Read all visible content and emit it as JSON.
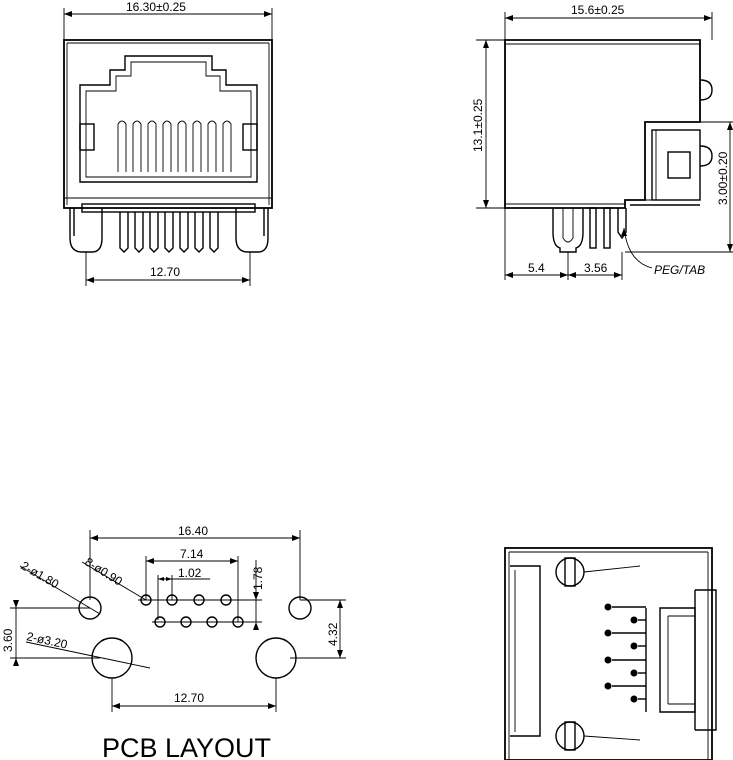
{
  "front_view": {
    "width_dim": "16.30±0.25",
    "pin_span_dim": "12.70"
  },
  "side_view": {
    "depth_dim": "15.6±0.25",
    "height_dim": "13.1±0.25",
    "tab_height_dim": "3.00±0.20",
    "offset_dim_1": "5.4",
    "offset_dim_2": "3.56",
    "peg_label": "PEG/TAB"
  },
  "pcb_layout": {
    "title": "PCB LAYOUT",
    "overall_width_dim": "16.40",
    "signal_span_dim": "7.14",
    "pitch_dim": "1.02",
    "row_offset_dim": "1.78",
    "small_hole_dim": "8-ø0.90",
    "mount_hole_dim": "2-ø1.80",
    "peg_hole_dim": "2-ø3.20",
    "left_vertical_dim": "3.60",
    "right_vertical_dim": "4.32",
    "peg_span_dim": "12.70"
  }
}
